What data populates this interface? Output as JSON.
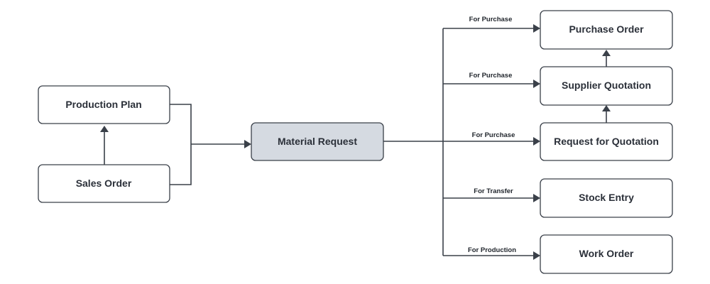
{
  "nodes": {
    "production_plan": "Production Plan",
    "sales_order": "Sales Order",
    "material_request": "Material Request",
    "purchase_order": "Purchase Order",
    "supplier_quotation": "Supplier Quotation",
    "request_for_quotation": "Request for Quotation",
    "stock_entry": "Stock Entry",
    "work_order": "Work Order"
  },
  "edges": {
    "to_purchase_order": "For Purchase",
    "to_supplier_quotation": "For Purchase",
    "to_request_for_quotation": "For Purchase",
    "to_stock_entry": "For Transfer",
    "to_work_order": "For Production"
  },
  "colors": {
    "line": "#3a4049",
    "highlight_fill": "#d5dae1",
    "box_fill": "#ffffff"
  }
}
